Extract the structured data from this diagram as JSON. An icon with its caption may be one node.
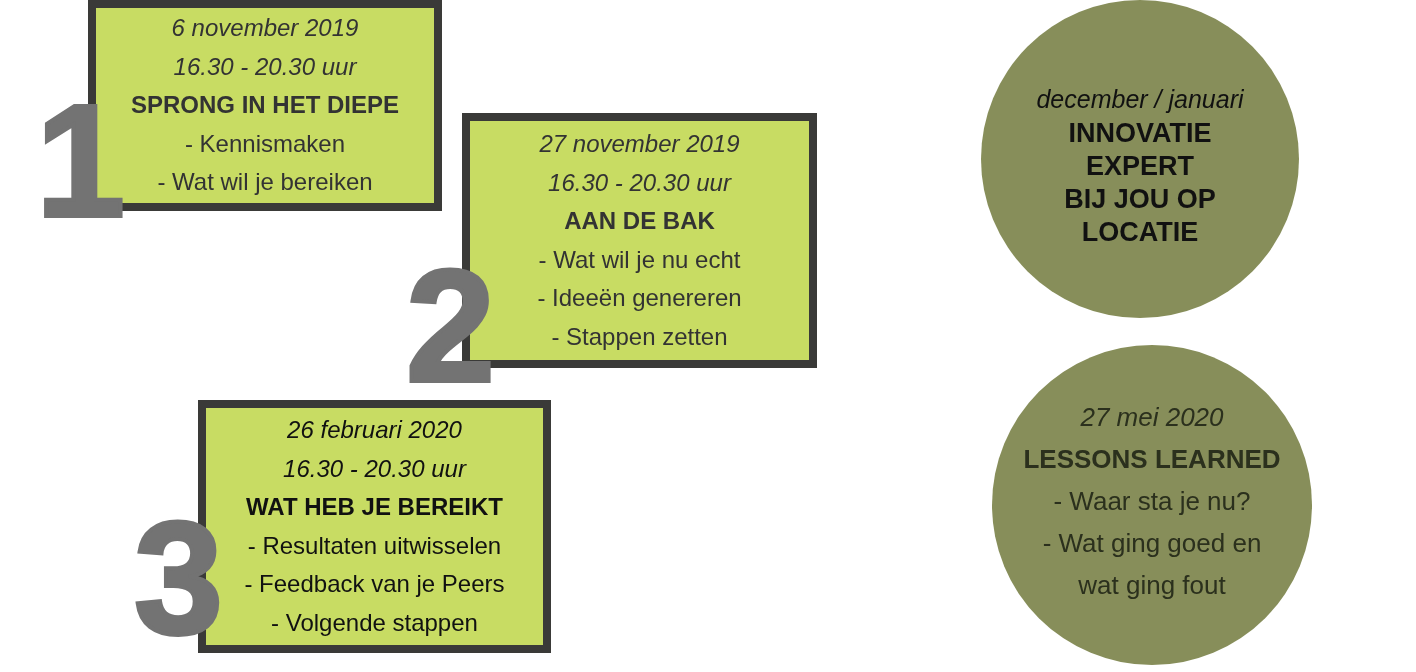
{
  "diagram": {
    "nodes": [
      {
        "text": [
          "1",
          "6 november 2019",
          "16.30 - 20.30 uur",
          "SPRONG IN HET DIEPE",
          "- Kennismaken",
          "- Wat wil je bereiken"
        ]
      },
      {
        "text": [
          "2",
          "27 november 2019",
          "16.30 - 20.30 uur",
          "AAN DE BAK",
          "- Wat wil je nu echt",
          "- Ideeën genereren",
          "- Stappen zetten"
        ]
      },
      {
        "text": [
          "3",
          "26 februari 2020",
          "16.30 - 20.30 uur",
          "WAT HEB JE BEREIKT",
          "- Resultaten uitwisselen",
          "- Feedback van je Peers",
          "- Volgende stappen"
        ]
      },
      {
        "text": [
          "december / januari",
          "INNOVATIE EXPERT BIJ JOU OP LOCATIE"
        ]
      },
      {
        "text": [
          "27 mei 2020",
          "LESSONS LEARNED",
          "- Waar sta je nu?",
          "- Wat ging goed en wat ging fout"
        ]
      }
    ]
  }
}
